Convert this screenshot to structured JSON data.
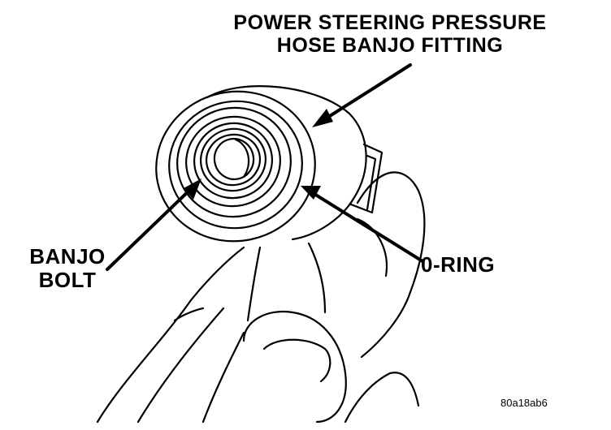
{
  "labels": {
    "fitting_line1": "POWER STEERING PRESSURE",
    "fitting_line2": "HOSE BANJO FITTING",
    "bolt_line1": "BANJO",
    "bolt_line2": "BOLT",
    "oring": "0-RING"
  },
  "figure_code": "80a18ab6"
}
